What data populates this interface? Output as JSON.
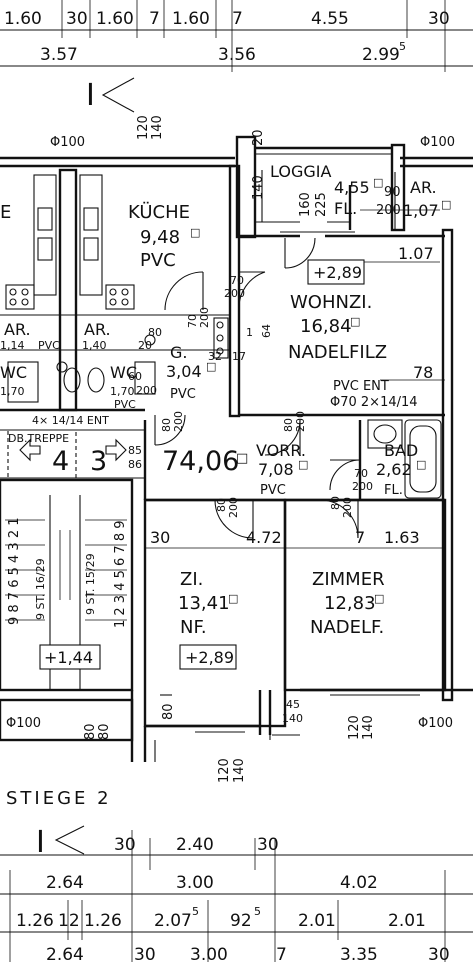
{
  "top_dims": {
    "row1": [
      "1.60",
      "30",
      "1.60",
      "7",
      "1.60",
      "7",
      "4.55",
      "30"
    ],
    "row2": [
      "3.57",
      "3.56",
      "2.99",
      "5"
    ]
  },
  "section_mark": "I",
  "phi_labels": [
    "Φ100",
    "Φ100",
    "Φ100",
    "Φ100"
  ],
  "vert_dims": [
    "120",
    "140",
    "20",
    "140",
    "160",
    "225",
    "120",
    "140",
    "120",
    "140",
    "80",
    "80",
    "45",
    "140",
    "80"
  ],
  "rooms": {
    "e_partial": "E",
    "kueche": {
      "name": "KÜCHE",
      "area": "9,48",
      "floor": "PVC"
    },
    "loggia": {
      "name": "LOGGIA",
      "area": "4,55",
      "fl": "FL."
    },
    "ar_top": {
      "name": "AR.",
      "area": "1,07"
    },
    "loggia_dims": [
      "90",
      "200"
    ],
    "wohnzi": {
      "name": "WOHNZI.",
      "area": "16,84",
      "floor": "NADELFILZ"
    },
    "level1": "+2,89",
    "wohnzi_dim": "1.07",
    "wohnzi_dim2": "78",
    "pvc_ent": "PVC  ENT",
    "phi70": "Φ70  2×14/14",
    "g": {
      "name": "G.",
      "area": "3,04",
      "floor": "PVC"
    },
    "ar_left": "AR.",
    "ar_left2": "AR.",
    "ar_left_area": "1,14",
    "ar_mid_area": "1,40",
    "pvc_small": "PVC",
    "wc_left": "WC",
    "wc_mid": "WC",
    "wc_area": "1,70",
    "wc_area_left": "1,70",
    "pvc_wc": "PVC",
    "ent": "4× 14/14  ENT",
    "db_treppe": "DB.TREPPE",
    "stair_nums": [
      "4",
      "3"
    ],
    "total": "74,06",
    "vorr": {
      "name": "VORR.",
      "area": "7,08",
      "floor": "PVC"
    },
    "bad": {
      "name": "BAD",
      "area": "2,62",
      "fl": "FL."
    },
    "zi": {
      "name": "ZI.",
      "area": "13,41",
      "floor": "NF."
    },
    "level2": "+2,89",
    "zimmer": {
      "name": "ZIMMER",
      "area": "12,83",
      "floor": "NADELF."
    },
    "zi_dims": [
      "30",
      "4.72"
    ],
    "zimmer_dims": [
      "7",
      "1.63"
    ],
    "stair_left": "9 8 7 6 5 4 3 2 1",
    "stair_left_st": "9 ST. 16/29",
    "stair_right": "1 2 3 4 5 6 7 8 9",
    "stair_right_st": "9 ST. 15/29",
    "stair_level": "+1,44",
    "door_dims": [
      "70",
      "200",
      "70",
      "200",
      "80",
      "200",
      "70",
      "200",
      "80",
      "200",
      "80",
      "200",
      "80",
      "200",
      "64",
      "1",
      "32",
      "17",
      "60",
      "200",
      "20",
      "80",
      "85",
      "86"
    ]
  },
  "stiege": "STIEGE 2",
  "bottom_dims": {
    "row1": [
      "30",
      "2.40",
      "30"
    ],
    "row2": [
      "2.64",
      "3.00",
      "4.02"
    ],
    "row3": [
      "1.26",
      "12",
      "1.26",
      "2.07",
      "5",
      "92",
      "5",
      "2.01",
      "2.01"
    ],
    "row4": [
      "2.64",
      "30",
      "3.00",
      "7",
      "3.35",
      "30"
    ]
  },
  "square": "□"
}
